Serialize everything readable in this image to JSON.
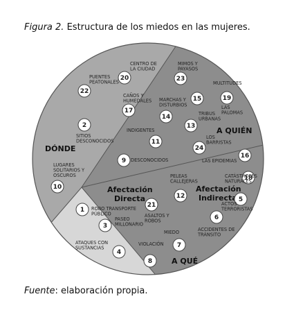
{
  "caption": {
    "figure_label": "Figura 2.",
    "title": "Estructura de los miedos en las mujeres."
  },
  "source": {
    "label": "Fuente",
    "text": ": elaboración propia."
  },
  "sectors": {
    "donde": "DÓNDE",
    "a_quien": "A QUIÉN",
    "afectacion_directa_1": "Afectación",
    "afectacion_directa_2": "Directa",
    "afectacion_indirecta_1": "Afectación",
    "afectacion_indirecta_2": "Indirecta",
    "a_que": "A QUÉ"
  },
  "colors": {
    "donde": "#a9a9a9",
    "a_quien": "#8d8d8d",
    "indirecta": "#8d8d8d",
    "directa": "#d7d7d7",
    "outline": "#555555"
  },
  "items": [
    {
      "num": "20",
      "label": [
        "CENTRO DE",
        "LA CIUDAD"
      ]
    },
    {
      "num": "22",
      "label": [
        "PUENTES",
        "PEATONALES"
      ]
    },
    {
      "num": "17",
      "label": [
        "CAÑOS Y",
        "HUMEDALES"
      ]
    },
    {
      "num": "2",
      "label": [
        "SITIOS",
        "DESCONOCIDOS"
      ]
    },
    {
      "num": "11",
      "label": [
        "INDIGENTES"
      ]
    },
    {
      "num": "9",
      "label": [
        "DESCONOCIDOS"
      ]
    },
    {
      "num": "10",
      "label": [
        "LUGARES",
        "SOLITARIOS Y",
        "OSCUROS"
      ]
    },
    {
      "num": "23",
      "label": [
        "MIMOS Y",
        "PAYASOS"
      ]
    },
    {
      "num": "15",
      "label": [
        "MULTITUDES"
      ]
    },
    {
      "num": "19",
      "label": [
        "LAS",
        "PALOMAS"
      ]
    },
    {
      "num": "14",
      "label": [
        "MARCHAS Y",
        "DISTURBIOS"
      ]
    },
    {
      "num": "13",
      "label": [
        "TRIBUS",
        "URBANAS"
      ]
    },
    {
      "num": "24",
      "label": [
        "LOS",
        "BARRISTAS"
      ]
    },
    {
      "num": "16",
      "label": [
        "LAS EPIDEMIAS"
      ]
    },
    {
      "num": "12",
      "label": [
        "PELEAS",
        "CALLEJERAS"
      ]
    },
    {
      "num": "18",
      "label": [
        "CATÁSTROFES",
        "NATURALES"
      ]
    },
    {
      "num": "5",
      "label": [
        "ACTOS",
        "TERRORISTAS"
      ]
    },
    {
      "num": "6",
      "label": [
        "ACCIDENTES DE",
        "TRÁNSITO"
      ]
    },
    {
      "num": "1",
      "label": [
        "ROBO TRANSPORTE",
        "PÚBLICO"
      ]
    },
    {
      "num": "21",
      "label": [
        "ASALTOS Y",
        "ROBOS"
      ]
    },
    {
      "num": "3",
      "label": [
        "PASEO",
        "MILLONARIO"
      ]
    },
    {
      "num": "4",
      "label": [
        "ATAQUES CON",
        "SUSTANCIAS"
      ]
    },
    {
      "num": "7",
      "label": [
        "VIOLACIÓN"
      ]
    },
    {
      "num": "8",
      "label": [
        "MIEDO"
      ]
    }
  ]
}
